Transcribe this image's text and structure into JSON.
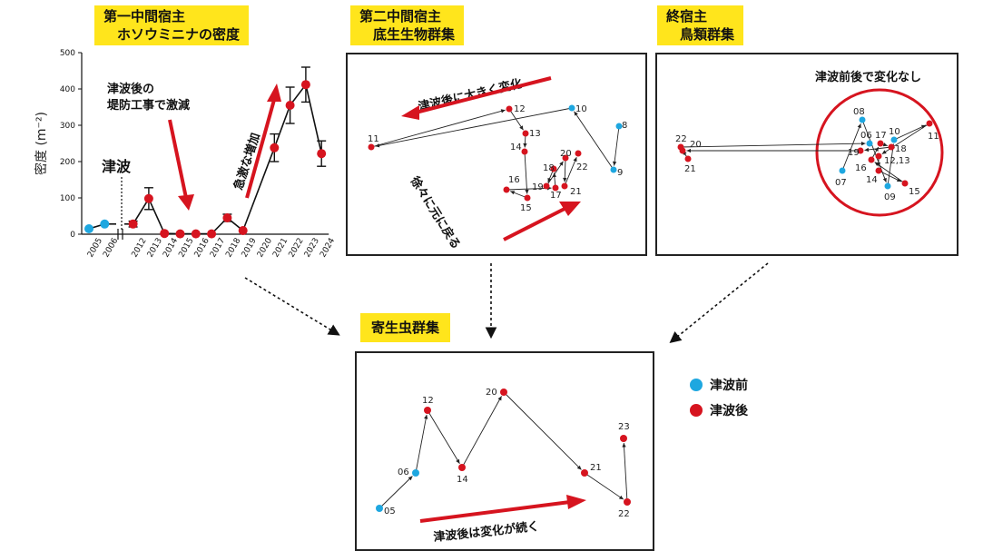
{
  "headers": {
    "first": "第一中間宿主\n　ホソウミニナの密度",
    "second": "第二中間宿主\n　底生生物群集",
    "final": "終宿主\n　鳥類群集",
    "parasite": "寄生虫群集"
  },
  "colors": {
    "before": "#1ea7e0",
    "after": "#d6141f",
    "highlight": "#ffe51c",
    "arrow_red": "#d6141f"
  },
  "legend": {
    "before": "津波前",
    "after": "津波後"
  },
  "annotations": {
    "tsunami": "津波",
    "decline": "津波後の\n堤防工事で激減",
    "increase": "急激な増加",
    "big_change": "津波後に大きく変化",
    "recover": "徐々に元に戻る",
    "no_change": "津波前後で変化なし",
    "parasite_change": "津波後は変化が続く"
  },
  "chart_data": {
    "type": "line",
    "ylabel": "密度 (m⁻²)",
    "ylim": [
      0,
      500
    ],
    "yticks": [
      0,
      100,
      200,
      300,
      400,
      500
    ],
    "x": [
      "2005",
      "2006",
      "2012",
      "2013",
      "2014",
      "2015",
      "2016",
      "2017",
      "2018",
      "2019",
      "2020",
      "2021",
      "2022",
      "2023",
      "2024"
    ],
    "values": [
      15,
      28,
      28,
      98,
      2,
      1,
      1,
      1,
      45,
      10,
      null,
      238,
      355,
      412,
      222
    ],
    "errors": [
      0,
      0,
      8,
      30,
      0,
      0,
      0,
      0,
      10,
      0,
      null,
      38,
      50,
      48,
      35
    ],
    "period": [
      "before",
      "before",
      "after",
      "after",
      "after",
      "after",
      "after",
      "after",
      "after",
      "after",
      "after",
      "after",
      "after",
      "after",
      "after"
    ]
  },
  "benthic_points": [
    {
      "label": "8",
      "period": "before"
    },
    {
      "label": "9",
      "period": "before"
    },
    {
      "label": "10",
      "period": "before"
    },
    {
      "label": "11",
      "period": "after"
    },
    {
      "label": "12",
      "period": "after"
    },
    {
      "label": "13",
      "period": "after"
    },
    {
      "label": "14",
      "period": "after"
    },
    {
      "label": "15",
      "period": "after"
    },
    {
      "label": "16",
      "period": "after"
    },
    {
      "label": "17",
      "period": "after"
    },
    {
      "label": "18",
      "period": "after"
    },
    {
      "label": "19",
      "period": "after"
    },
    {
      "label": "20",
      "period": "after"
    },
    {
      "label": "21",
      "period": "after"
    },
    {
      "label": "22",
      "period": "after"
    }
  ],
  "bird_labels": [
    "22",
    "20",
    "21",
    "08",
    "06",
    "17",
    "10",
    "11",
    "19",
    "16",
    "18",
    "12,13",
    "07",
    "14",
    "09",
    "15"
  ],
  "parasite_points": [
    {
      "label": "05",
      "period": "before"
    },
    {
      "label": "06",
      "period": "before"
    },
    {
      "label": "12",
      "period": "after"
    },
    {
      "label": "14",
      "period": "after"
    },
    {
      "label": "20",
      "period": "after"
    },
    {
      "label": "21",
      "period": "after"
    },
    {
      "label": "22",
      "period": "after"
    },
    {
      "label": "23",
      "period": "after"
    }
  ]
}
